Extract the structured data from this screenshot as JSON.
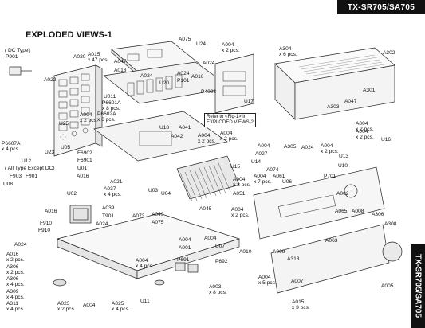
{
  "header": {
    "model": "TX-SR705/SA705",
    "side_label": "TX-SR705/SA705"
  },
  "page_title": "EXPLODED VIEWS-1",
  "notes": {
    "dc_type": "( DC Type)",
    "all_type_except_dc": "( All Type Except DC)",
    "refer_line1": "Refer to <Fig-1> in",
    "refer_line2": "EXPLODED VIEWS-2"
  },
  "callouts": [
    {
      "id": "A015",
      "qty": "x 47 pcs."
    },
    {
      "id": "A020"
    },
    {
      "id": "A047"
    },
    {
      "id": "P901"
    },
    {
      "id": "A022"
    },
    {
      "id": "A013"
    },
    {
      "id": "A075"
    },
    {
      "id": "U24"
    },
    {
      "id": "A024"
    },
    {
      "id": "U20"
    },
    {
      "id": "A024b",
      "text": "A024"
    },
    {
      "id": "A016"
    },
    {
      "id": "U011"
    },
    {
      "id": "P101"
    },
    {
      "id": "P4008"
    },
    {
      "id": "P6601A",
      "qty": "x 8 pcs."
    },
    {
      "id": "P6602A",
      "qty": "x 6 pcs."
    },
    {
      "id": "A004a",
      "text": "A004",
      "qty": "x 2 pcs."
    },
    {
      "id": "A304",
      "qty": "x 6 pcs."
    },
    {
      "id": "A302"
    },
    {
      "id": "A004b",
      "text": "A004",
      "qty": "x 2 pcs."
    },
    {
      "id": "A024c",
      "text": "A024"
    },
    {
      "id": "U17"
    },
    {
      "id": "A301"
    },
    {
      "id": "A303"
    },
    {
      "id": "A047b",
      "text": "A047"
    },
    {
      "id": "A004c",
      "text": "A004",
      "qty": "x 2 pcs."
    },
    {
      "id": "U25"
    },
    {
      "id": "U18"
    },
    {
      "id": "A041"
    },
    {
      "id": "A042"
    },
    {
      "id": "A004d",
      "text": "A004",
      "qty": "x 2 pcs."
    },
    {
      "id": "A004e",
      "text": "A004",
      "qty": "x 2 pcs."
    },
    {
      "id": "P6607A",
      "qty": "x 4 pcs."
    },
    {
      "id": "U23"
    },
    {
      "id": "U05"
    },
    {
      "id": "F6902"
    },
    {
      "id": "F6901"
    },
    {
      "id": "U12"
    },
    {
      "id": "U01"
    },
    {
      "id": "A004f",
      "text": "A004"
    },
    {
      "id": "A027"
    },
    {
      "id": "U14"
    },
    {
      "id": "A305"
    },
    {
      "id": "A024d",
      "text": "A024"
    },
    {
      "id": "A004g",
      "text": "A004",
      "qty": "x 2 pcs."
    },
    {
      "id": "U13"
    },
    {
      "id": "U10"
    },
    {
      "id": "A004h",
      "text": "A004",
      "qty": "x 2 pcs."
    },
    {
      "id": "U16"
    },
    {
      "id": "F903"
    },
    {
      "id": "F901"
    },
    {
      "id": "A021"
    },
    {
      "id": "U08"
    },
    {
      "id": "U02"
    },
    {
      "id": "A016b",
      "text": "A016"
    },
    {
      "id": "A037",
      "qty": "x 4 pcs."
    },
    {
      "id": "U15"
    },
    {
      "id": "A074"
    },
    {
      "id": "A061"
    },
    {
      "id": "A004i",
      "text": "A004",
      "qty": "x 7 pcs."
    },
    {
      "id": "U06"
    },
    {
      "id": "P701"
    },
    {
      "id": "A004j",
      "text": "A004",
      "qty": "x 3 pcs."
    },
    {
      "id": "U03"
    },
    {
      "id": "U04"
    },
    {
      "id": "A051"
    },
    {
      "id": "A016c",
      "text": "A016"
    },
    {
      "id": "A002"
    },
    {
      "id": "A039"
    },
    {
      "id": "T901"
    },
    {
      "id": "A024e",
      "text": "A024"
    },
    {
      "id": "A073"
    },
    {
      "id": "A049"
    },
    {
      "id": "A075b",
      "text": "A075"
    },
    {
      "id": "A045"
    },
    {
      "id": "A004k",
      "text": "A004",
      "qty": "x 2 pcs."
    },
    {
      "id": "A065"
    },
    {
      "id": "A008"
    },
    {
      "id": "A306"
    },
    {
      "id": "A308"
    },
    {
      "id": "F910"
    },
    {
      "id": "F910b",
      "text": "F910"
    },
    {
      "id": "A024f",
      "text": "A024"
    },
    {
      "id": "A004l",
      "text": "A004"
    },
    {
      "id": "A001"
    },
    {
      "id": "A004m",
      "text": "A004"
    },
    {
      "id": "U07"
    },
    {
      "id": "A010"
    },
    {
      "id": "A063"
    },
    {
      "id": "A009"
    },
    {
      "id": "A313"
    },
    {
      "id": "A016d",
      "text": "A016",
      "qty": "x 2 pcs."
    },
    {
      "id": "A306b",
      "text": "A306",
      "qty": "x 2 pcs."
    },
    {
      "id": "P691"
    },
    {
      "id": "P692"
    },
    {
      "id": "A004n",
      "text": "A004",
      "qty": "x 4 pcs."
    },
    {
      "id": "A306c",
      "text": "A306",
      "qty": "x 4 pcs."
    },
    {
      "id": "A003",
      "qty": "x 8 pcs."
    },
    {
      "id": "A309",
      "qty": "x 4 pcs."
    },
    {
      "id": "A004o",
      "text": "A004",
      "qty": "x 5 pcs."
    },
    {
      "id": "A007"
    },
    {
      "id": "A005"
    },
    {
      "id": "U11"
    },
    {
      "id": "A311",
      "qty": "x 4 pcs."
    },
    {
      "id": "A023",
      "qty": "x 2 pcs."
    },
    {
      "id": "A004p",
      "text": "A004"
    },
    {
      "id": "A025",
      "qty": "x 4 pcs."
    },
    {
      "id": "A015b",
      "text": "A015",
      "qty": "x 3 pcs."
    }
  ]
}
